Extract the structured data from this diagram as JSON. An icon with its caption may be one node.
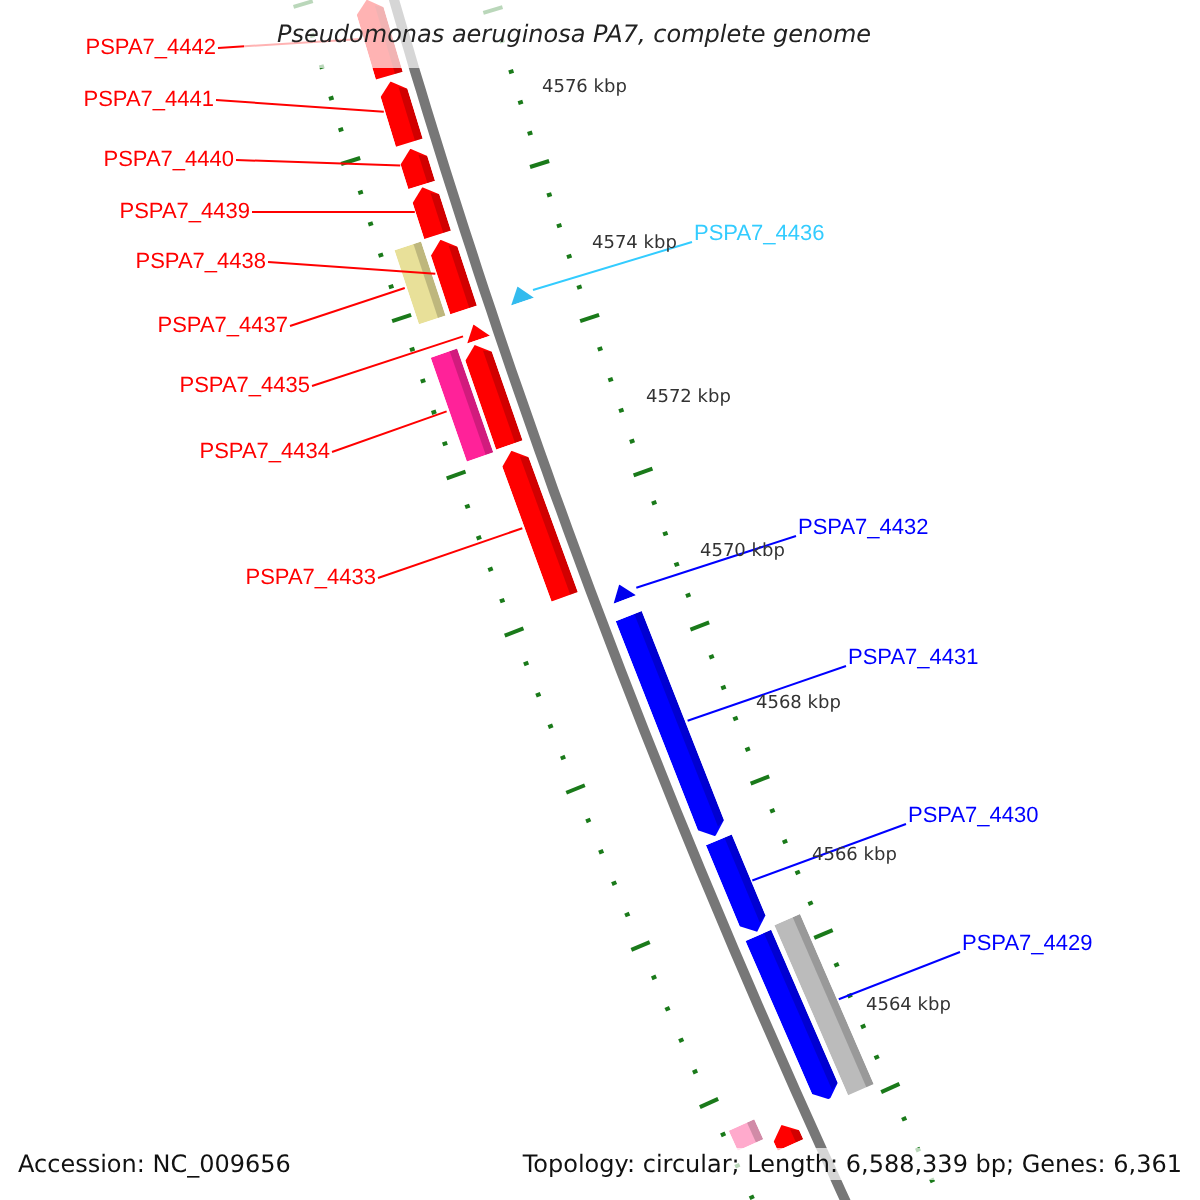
{
  "diagram": {
    "title": "Pseudomonas aeruginosa PA7, complete genome",
    "nodes": [
      {
        "text": [
          "PSPA7_4442"
        ]
      },
      {
        "text": [
          "PSPA7_4441"
        ]
      },
      {
        "text": [
          "PSPA7_4440"
        ]
      },
      {
        "text": [
          "PSPA7_4439"
        ]
      },
      {
        "text": [
          "PSPA7_4438"
        ]
      },
      {
        "text": [
          "PSPA7_4437"
        ]
      },
      {
        "text": [
          "PSPA7_4435"
        ]
      },
      {
        "text": [
          "PSPA7_4434"
        ]
      },
      {
        "text": [
          "PSPA7_4433"
        ]
      },
      {
        "text": [
          "PSPA7_4436"
        ]
      },
      {
        "text": [
          "PSPA7_4432"
        ]
      },
      {
        "text": [
          "PSPA7_4431"
        ]
      },
      {
        "text": [
          "PSPA7_4430"
        ]
      },
      {
        "text": [
          "PSPA7_4429"
        ]
      },
      {
        "text": [],
        "shape": "pentagon"
      },
      {
        "text": [],
        "shape": "pentagon"
      },
      {
        "text": [],
        "shape": "pentagon"
      },
      {
        "text": [],
        "shape": "pentagon"
      },
      {
        "text": [],
        "shape": "pentagon"
      },
      {
        "text": [],
        "shape": "bar"
      },
      {
        "text": [],
        "shape": "triangle"
      },
      {
        "text": [],
        "shape": "triangle"
      },
      {
        "text": [],
        "shape": "pentagon"
      },
      {
        "text": [],
        "shape": "bar"
      },
      {
        "text": [],
        "shape": "pentagon"
      },
      {
        "text": [],
        "shape": "triangle"
      },
      {
        "text": [],
        "shape": "pentagon"
      },
      {
        "text": [],
        "shape": "pentagon"
      },
      {
        "text": [],
        "shape": "bar"
      },
      {
        "text": [],
        "shape": "pentagon"
      },
      {
        "text": [],
        "shape": "bar"
      },
      {
        "text": [],
        "shape": "pentagon"
      }
    ],
    "edges": [
      {
        "from": 0,
        "to": 14,
        "arrow": "none"
      },
      {
        "from": 1,
        "to": 15,
        "arrow": "none"
      },
      {
        "from": 2,
        "to": 16,
        "arrow": "none"
      },
      {
        "from": 3,
        "to": 17,
        "arrow": "none"
      },
      {
        "from": 4,
        "to": 18,
        "arrow": "none"
      },
      {
        "from": 5,
        "to": 19,
        "arrow": "none"
      },
      {
        "from": 6,
        "to": 21,
        "arrow": "none"
      },
      {
        "from": 7,
        "to": 23,
        "arrow": "none"
      },
      {
        "from": 8,
        "to": 24,
        "arrow": "none"
      },
      {
        "from": 9,
        "to": 20,
        "arrow": "none",
        "color": "#33ccff"
      },
      {
        "from": 10,
        "to": 25,
        "arrow": "none",
        "color": "#0000ff"
      },
      {
        "from": 11,
        "to": 26,
        "arrow": "none",
        "color": "#0000ff"
      },
      {
        "from": 12,
        "to": 27,
        "arrow": "none",
        "color": "#0000ff"
      },
      {
        "from": 13,
        "to": 28,
        "arrow": "none",
        "color": "#0000ff"
      }
    ],
    "labels": [
      "4576 kbp",
      "4574 kbp",
      "4572 kbp",
      "4570 kbp",
      "4568 kbp",
      "4566 kbp",
      "4564 kbp",
      "Accession: NC_009656",
      "Topology: circular; Length: 6,588,339 bp; Genes: 6,361"
    ]
  }
}
